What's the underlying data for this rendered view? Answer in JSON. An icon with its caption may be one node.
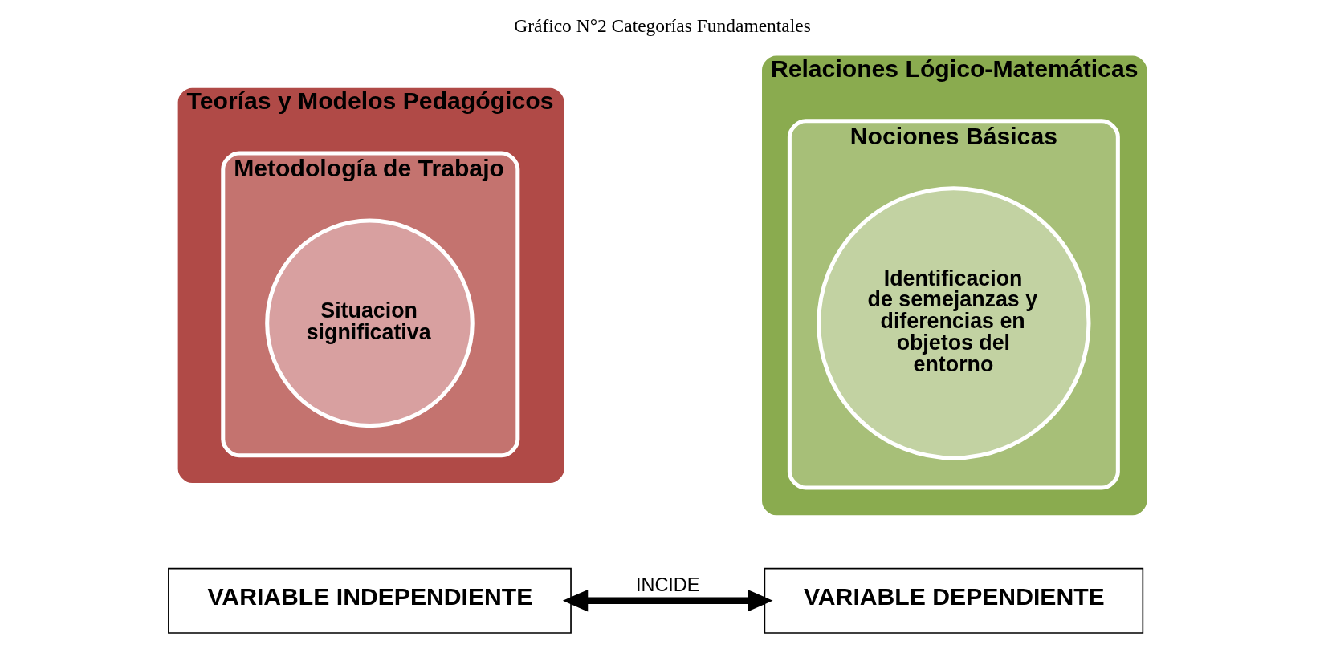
{
  "diagram": {
    "title": "Gráfico N°2 Categorías Fundamentales",
    "nodes": [
      {
        "text": [
          "Teorías y Modelos Pedagógicos"
        ]
      },
      {
        "text": [
          "Metodología de Trabajo"
        ],
        "in": 0
      },
      {
        "text": [
          "Situacion significativa"
        ],
        "in": 1
      },
      {
        "text": [
          "Relaciones Lógico-Matemáticas"
        ]
      },
      {
        "text": [
          "Nociones Básicas"
        ],
        "in": 3
      },
      {
        "text": [
          "Identificacion de semejanzas y diferencias en objetos del entorno"
        ],
        "in": 4
      },
      {
        "text": [
          "VARIABLE INDEPENDIENTE"
        ]
      },
      {
        "text": [
          "VARIABLE DEPENDIENTE"
        ]
      }
    ],
    "edges": [
      {
        "from": 6,
        "to": 7,
        "arrow": "both",
        "label": "INCIDE"
      }
    ]
  }
}
